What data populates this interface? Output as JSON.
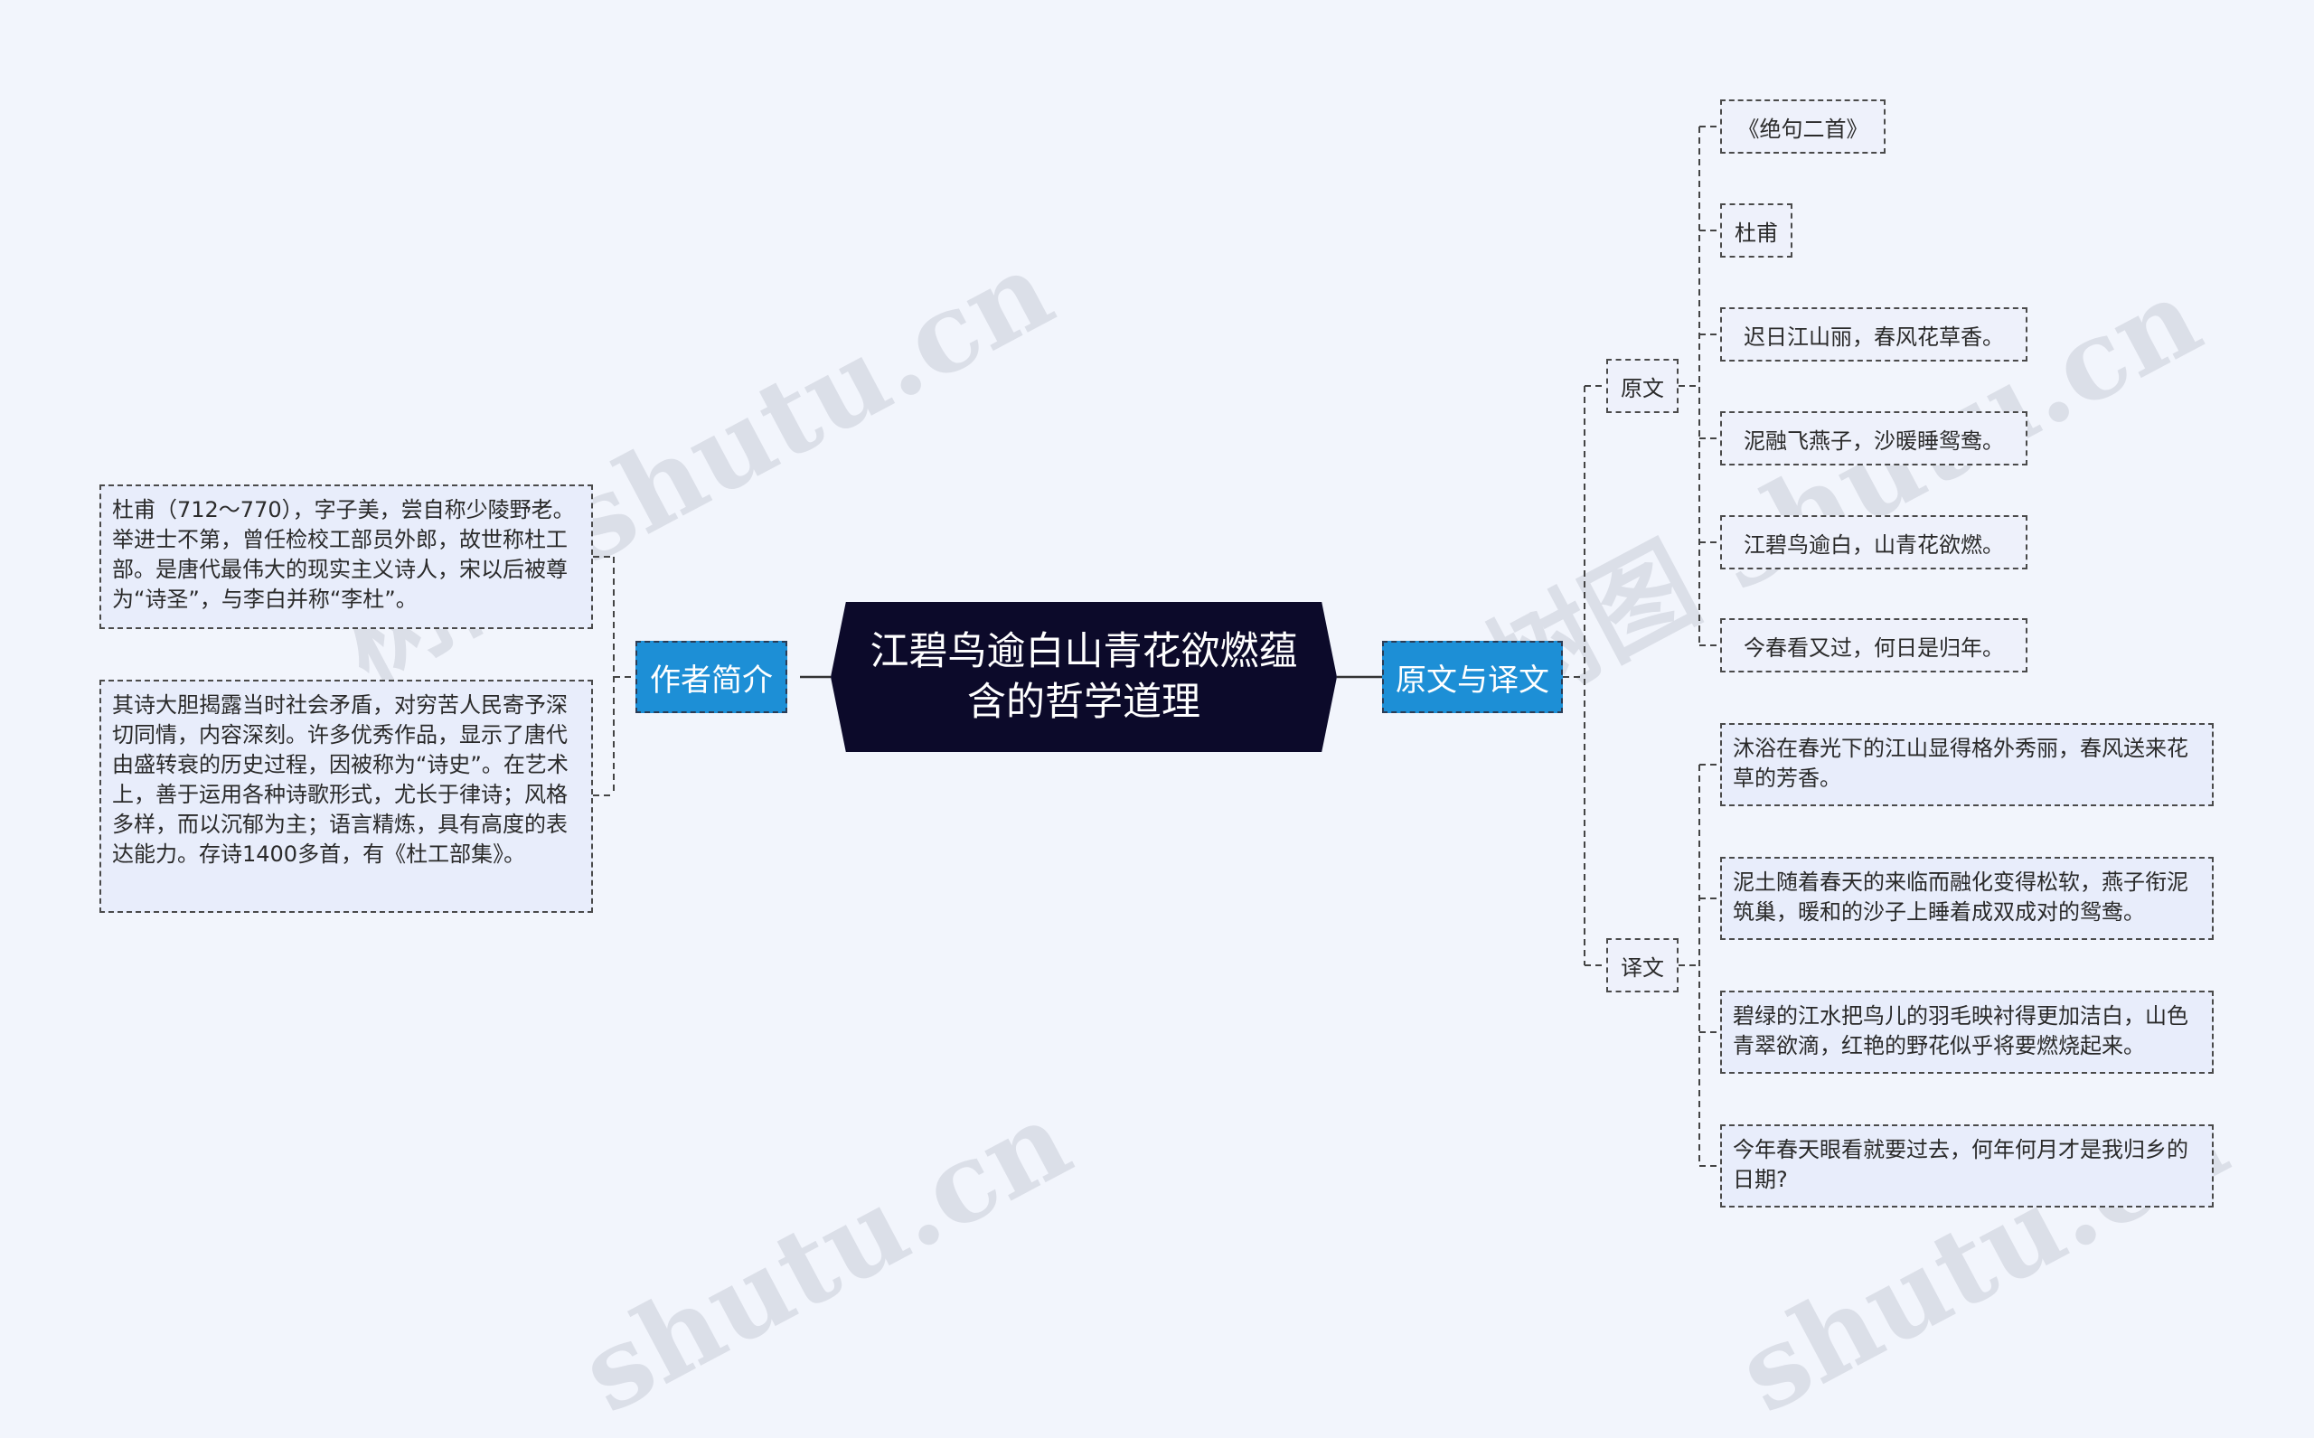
{
  "root": "江碧鸟逾白山青花欲燃蕴含的哲学道理",
  "left_branch": {
    "label": "作者简介",
    "items": [
      "杜甫（712～770），字子美，尝自称少陵野老。举进士不第，曾任检校工部员外郎，故世称杜工部。是唐代最伟大的现实主义诗人，宋以后被尊为“诗圣”，与李白并称“李杜”。",
      "其诗大胆揭露当时社会矛盾，对穷苦人民寄予深切同情，内容深刻。许多优秀作品，显示了唐代由盛转衰的历史过程，因被称为“诗史”。在艺术上，善于运用各种诗歌形式，尤长于律诗；风格多样，而以沉郁为主；语言精炼，具有高度的表达能力。存诗1400多首，有《杜工部集》。"
    ]
  },
  "right_branch": {
    "label": "原文与译文",
    "original": {
      "label": "原文",
      "items": [
        "《绝句二首》",
        "杜甫",
        "迟日江山丽，春风花草香。",
        "泥融飞燕子，沙暖睡鸳鸯。",
        "江碧鸟逾白，山青花欲燃。",
        "今春看又过，何日是归年。"
      ]
    },
    "translation": {
      "label": "译文",
      "items": [
        "沐浴在春光下的江山显得格外秀丽，春风送来花草的芳香。",
        "泥土随着春天的来临而融化变得松软，燕子衔泥筑巢，暖和的沙子上睡着成双成对的鸳鸯。",
        "碧绿的江水把鸟儿的羽毛映衬得更加洁白，山色青翠欲滴，红艳的野花似乎将要燃烧起来。",
        "今年春天眼看就要过去，何年何月才是我归乡的日期?"
      ]
    }
  },
  "watermarks": [
    "树图 shutu.cn",
    "树图 shutu.cn",
    "shutu.cn",
    "shutu.cn"
  ]
}
